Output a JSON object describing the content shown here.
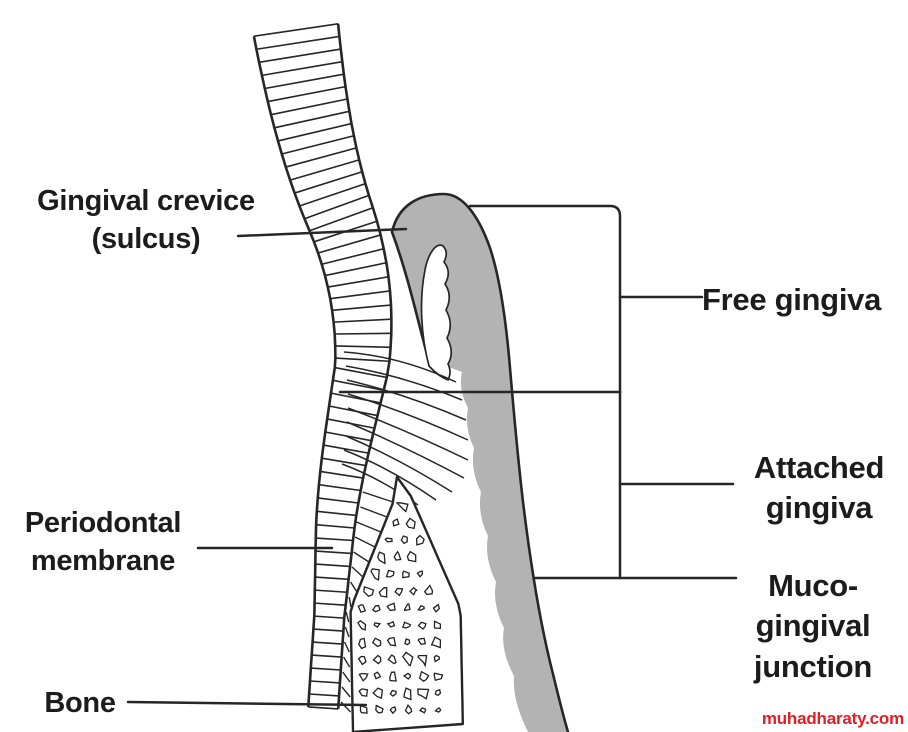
{
  "diagram": {
    "labels": {
      "crevice_line1": "Gingival crevice",
      "crevice_line2": "(sulcus)",
      "periodontal_line1": "Periodontal",
      "periodontal_line2": "membrane",
      "bone": "Bone",
      "free_gingiva": "Free gingiva",
      "attached_line1": "Attached",
      "attached_line2": "gingiva",
      "mgj_line1": "Muco-",
      "mgj_line2": "gingival",
      "mgj_line3": "junction"
    },
    "watermark": "muhadharaty.com",
    "colors": {
      "line": "#262626",
      "gingiva_gray": "#b3b3b3",
      "watermark_red": "#e11d26",
      "background": "#ffffff"
    }
  }
}
